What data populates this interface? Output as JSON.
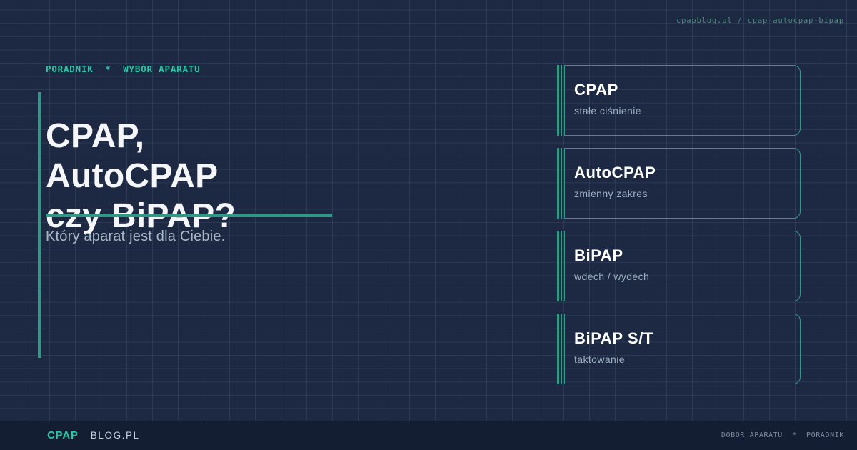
{
  "meta": {
    "url_breadcrumb": "cpapblog.pl / cpap-autocpap-bipap"
  },
  "hero": {
    "eyebrow": "PORADNIK  *  WYBÓR APARATU",
    "title_lines": [
      "CPAP,",
      "AutoCPAP",
      "czy BiPAP?"
    ],
    "subtitle": "Który aparat jest dla Ciebie."
  },
  "cards": [
    {
      "title": "CPAP",
      "subtitle": "stałe ciśnienie"
    },
    {
      "title": "AutoCPAP",
      "subtitle": "zmienny zakres"
    },
    {
      "title": "BiPAP",
      "subtitle": "wdech / wydech"
    },
    {
      "title": "BiPAP S/T",
      "subtitle": "taktowanie"
    }
  ],
  "footer": {
    "brand_primary": "CPAP",
    "brand_secondary": "BLOG.PL",
    "tagline": "DOBÓR APARATU  *  PORADNIK"
  },
  "colors": {
    "background": "#1d2943",
    "footer_background": "#141e33",
    "accent_bright": "#2ac7a6",
    "accent_muted": "#2e9a86",
    "title_text": "#f4f6f9",
    "subtitle_text": "#a9b9c8",
    "card_subtitle_text": "#9db0c0",
    "url_text": "#4d877c",
    "tagline_text": "#7c8aa1"
  }
}
